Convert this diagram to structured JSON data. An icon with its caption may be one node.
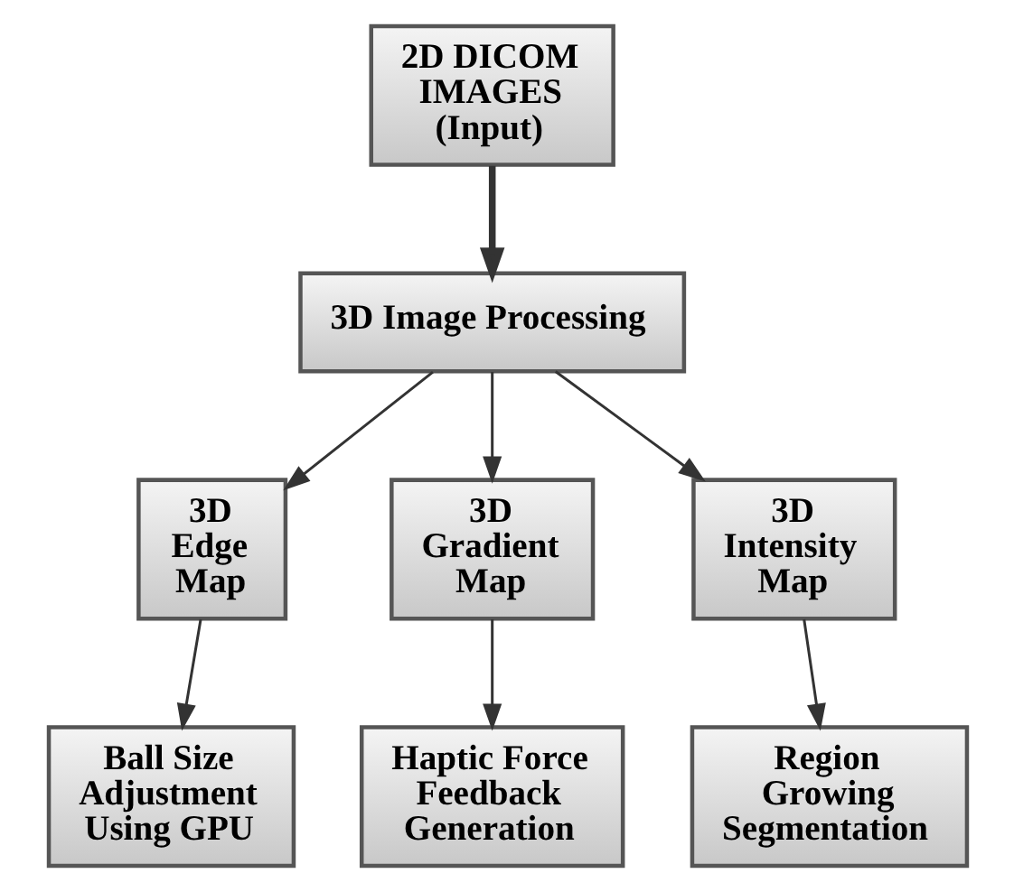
{
  "diagram": {
    "nodes": [
      {
        "text": [
          "2D DICOM IMAGES (Input)"
        ]
      },
      {
        "text": [
          "3D Image Processing"
        ]
      },
      {
        "text": [
          "3D Edge Map"
        ]
      },
      {
        "text": [
          "3D Gradient Map"
        ]
      },
      {
        "text": [
          "3D Intensity Map"
        ]
      },
      {
        "text": [
          "Ball Size Adjustment Using GPU"
        ]
      },
      {
        "text": [
          "Haptic Force Feedback Generation"
        ]
      },
      {
        "text": [
          "Region Growing Segmentation"
        ]
      }
    ],
    "edges": [
      {
        "from": 0,
        "to": 1,
        "arrow": "to",
        "style": "thick"
      },
      {
        "from": 1,
        "to": 2,
        "arrow": "to"
      },
      {
        "from": 1,
        "to": 3,
        "arrow": "to"
      },
      {
        "from": 1,
        "to": 4,
        "arrow": "to"
      },
      {
        "from": 2,
        "to": 5,
        "arrow": "to"
      },
      {
        "from": 3,
        "to": 6,
        "arrow": "to"
      },
      {
        "from": 4,
        "to": 7,
        "arrow": "to"
      }
    ]
  }
}
